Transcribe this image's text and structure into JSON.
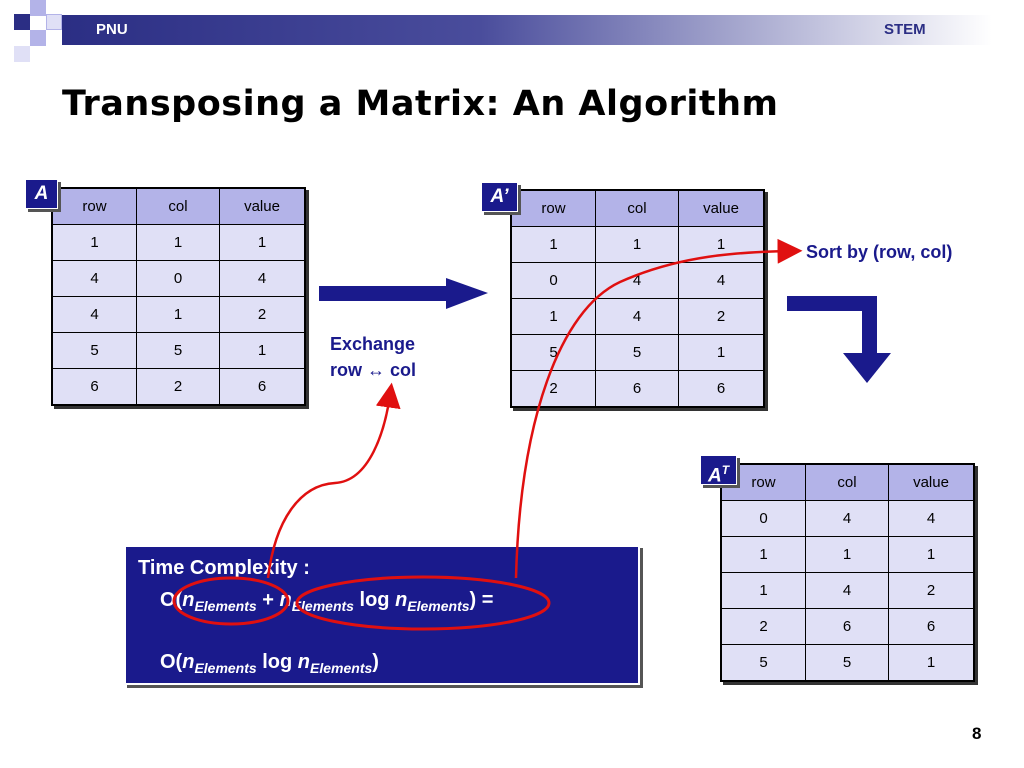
{
  "header": {
    "left_label": "PNU",
    "right_label": "STEM"
  },
  "slide": {
    "title": "Transposing a Matrix: An Algorithm",
    "page_number": "8"
  },
  "tables": {
    "a": {
      "tag": "A",
      "headers": [
        "row",
        "col",
        "value"
      ],
      "rows": [
        [
          "1",
          "1",
          "1"
        ],
        [
          "4",
          "0",
          "4"
        ],
        [
          "4",
          "1",
          "2"
        ],
        [
          "5",
          "5",
          "1"
        ],
        [
          "6",
          "2",
          "6"
        ]
      ]
    },
    "a_prime": {
      "tag": "A’",
      "headers": [
        "row",
        "col",
        "value"
      ],
      "rows": [
        [
          "1",
          "1",
          "1"
        ],
        [
          "0",
          "4",
          "4"
        ],
        [
          "1",
          "4",
          "2"
        ],
        [
          "5",
          "5",
          "1"
        ],
        [
          "2",
          "6",
          "6"
        ]
      ]
    },
    "a_t": {
      "tag_base": "A",
      "tag_sup": "T",
      "headers": [
        "row",
        "col",
        "value"
      ],
      "rows": [
        [
          "0",
          "4",
          "4"
        ],
        [
          "1",
          "1",
          "1"
        ],
        [
          "1",
          "4",
          "2"
        ],
        [
          "2",
          "6",
          "6"
        ],
        [
          "5",
          "5",
          "1"
        ]
      ]
    }
  },
  "captions": {
    "exchange_line1": "Exchange",
    "exchange_line2": "row ↔ col",
    "sort": "Sort by (row, col)"
  },
  "time_complexity": {
    "title": "Time Complexity :",
    "o_open": "O(",
    "n": "n",
    "elements": "Elements",
    "plus": " + ",
    "log": " log ",
    "close_eq": ") =",
    "close": ")"
  },
  "colors": {
    "navy": "#1a1a8c",
    "header_cell": "#b3b3e8",
    "body_cell": "#e0e0f6",
    "annotation_red": "#e01010"
  }
}
